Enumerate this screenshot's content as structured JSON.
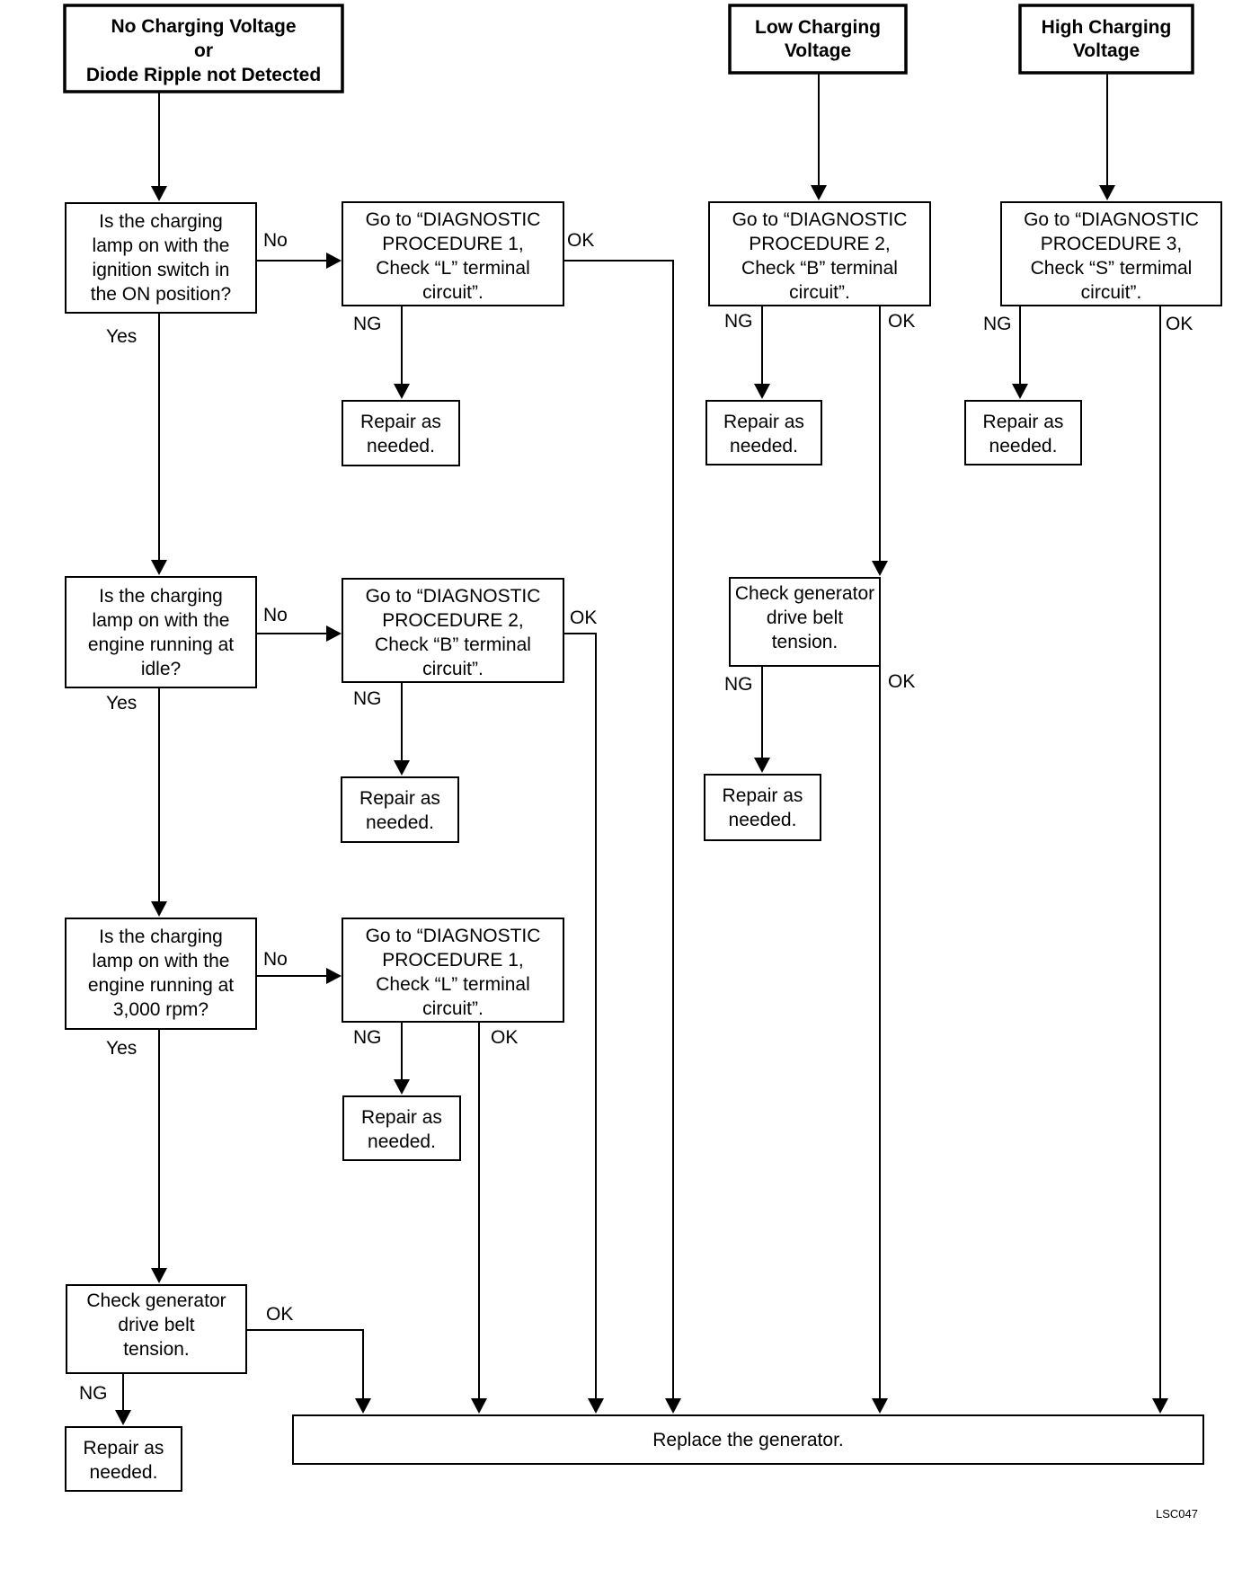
{
  "nodes": {
    "start_none": {
      "lines": [
        "No Charging Voltage",
        "or",
        "Diode Ripple not Detected"
      ]
    },
    "start_low": {
      "lines": [
        "Low Charging",
        "Voltage"
      ]
    },
    "start_high": {
      "lines": [
        "High Charging",
        "Voltage"
      ]
    },
    "q1": {
      "lines": [
        "Is the charging",
        "lamp on with the",
        "ignition switch in",
        "the ON position?"
      ]
    },
    "diag_a": {
      "lines": [
        "Go to “DIAGNOSTIC",
        "PROCEDURE 1,",
        "Check “L” terminal",
        "circuit”."
      ]
    },
    "repair_a": {
      "lines": [
        "Repair as",
        "needed."
      ]
    },
    "diag_low": {
      "lines": [
        "Go to “DIAGNOSTIC",
        "PROCEDURE 2,",
        "Check “B” terminal",
        "circuit”."
      ]
    },
    "repair_low": {
      "lines": [
        "Repair as",
        "needed."
      ]
    },
    "diag_high": {
      "lines": [
        "Go to “DIAGNOSTIC",
        "PROCEDURE 3,",
        "Check “S” termimal",
        "circuit”."
      ]
    },
    "repair_high": {
      "lines": [
        "Repair as",
        "needed."
      ]
    },
    "q2": {
      "lines": [
        "Is the charging",
        "lamp on with the",
        "engine running at",
        "idle?"
      ]
    },
    "diag_b": {
      "lines": [
        "Go to “DIAGNOSTIC",
        "PROCEDURE 2,",
        "Check “B” terminal",
        "circuit”."
      ]
    },
    "repair_b": {
      "lines": [
        "Repair as",
        "needed."
      ]
    },
    "belt_low": {
      "lines": [
        "Check generator",
        "drive belt",
        "tension."
      ]
    },
    "repair_belt_low": {
      "lines": [
        "Repair as",
        "needed."
      ]
    },
    "q3": {
      "lines": [
        "Is the charging",
        "lamp on with the",
        "engine running at",
        "3,000 rpm?"
      ]
    },
    "diag_c": {
      "lines": [
        "Go to “DIAGNOSTIC",
        "PROCEDURE 1,",
        "Check “L” terminal",
        "circuit”."
      ]
    },
    "repair_c": {
      "lines": [
        "Repair as",
        "needed."
      ]
    },
    "belt_none": {
      "lines": [
        "Check generator",
        "drive belt",
        "tension."
      ]
    },
    "repair_belt_none": {
      "lines": [
        "Repair as",
        "needed."
      ]
    },
    "replace": {
      "lines": [
        "Replace the generator."
      ]
    }
  },
  "edge_labels": {
    "q1_no": "No",
    "q1_yes": "Yes",
    "diag_a_ng": "NG",
    "diag_a_ok": "OK",
    "diag_low_ng": "NG",
    "diag_low_ok": "OK",
    "diag_high_ng": "NG",
    "diag_high_ok": "OK",
    "q2_no": "No",
    "q2_yes": "Yes",
    "diag_b_ng": "NG",
    "diag_b_ok": "OK",
    "belt_low_ng": "NG",
    "belt_low_ok": "OK",
    "q3_no": "No",
    "q3_yes": "Yes",
    "diag_c_ng": "NG",
    "diag_c_ok": "OK",
    "belt_none_ng": "NG",
    "belt_none_ok": "OK"
  },
  "figure_code": "LSC047"
}
